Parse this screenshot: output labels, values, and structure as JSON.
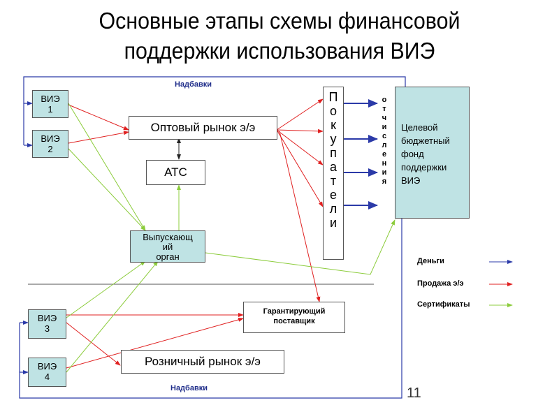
{
  "title": {
    "line1": "Основные этапы схемы финансовой",
    "line2": "поддержки использования ВИЭ"
  },
  "labels": {
    "surcharge_top": "Надбавки",
    "surcharge_bottom": "Надбавки"
  },
  "nodes": {
    "vie1": {
      "line1": "ВИЭ",
      "line2": "1"
    },
    "vie2": {
      "line1": "ВИЭ",
      "line2": "2"
    },
    "vie3": {
      "line1": "ВИЭ",
      "line2": "3"
    },
    "vie4": {
      "line1": "ВИЭ",
      "line2": "4"
    },
    "wholesale_market": "Оптовый рынок э/э",
    "ats": "АТС",
    "issuing_body": {
      "line1": "Выпускающ",
      "line2": "ий",
      "line3": "орган"
    },
    "guarantee_supplier": {
      "line1": "Гарантирующий",
      "line2": "поставщик"
    },
    "retail_market": "Розничный рынок э/э",
    "buyers_letters": [
      "П",
      "о",
      "к",
      "у",
      "п",
      "а",
      "т",
      "е",
      "л",
      "и"
    ],
    "deductions_letters": [
      "о",
      "т",
      "ч",
      "и",
      "с",
      "л",
      "е",
      "н",
      "и",
      "я"
    ],
    "fund": {
      "line1": "Целевой",
      "line2": "бюджетный",
      "line3": "фонд",
      "line4": "поддержки",
      "line5": "ВИЭ"
    }
  },
  "legend": {
    "money": {
      "label": "Деньги",
      "color": "#2b3aa8"
    },
    "energy_sale": {
      "label": "Продажа э/э",
      "color": "#e02020"
    },
    "certificates": {
      "label": "Сертификаты",
      "color": "#8ccc3c"
    }
  },
  "page_number": "11"
}
